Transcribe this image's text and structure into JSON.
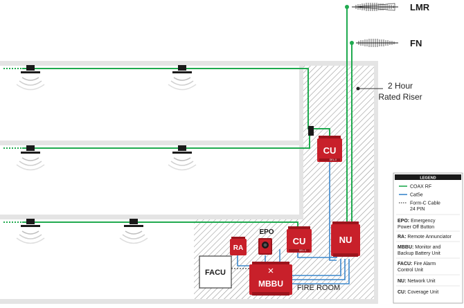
{
  "antennas": {
    "lmr": "LMR",
    "fn": "FN"
  },
  "riser_label": {
    "line1": "2 Hour",
    "line2": "Rated Riser"
  },
  "fire_room_label": "FIRE ROOM",
  "devices": {
    "cu_upper": "CU",
    "cu_lower": "CU",
    "nu": "NU",
    "mbbu": "MBBU",
    "ra": "RA",
    "epo": "EPO",
    "facu": "FACU",
    "cu_sub": "DEL-X"
  },
  "colors": {
    "coax": "#1faa4f",
    "cat5e": "#3b87cc",
    "device_red": "#c8202a",
    "device_dark": "#9c141c",
    "hatch": "#8a8a8a",
    "floor_gray": "#e4e4e4"
  },
  "legend": {
    "title": "LEGEND",
    "lines": [
      {
        "label": "COAX RF",
        "type": "coax"
      },
      {
        "label": "Cat5e",
        "type": "cat5e"
      },
      {
        "label": "Form-C Cable",
        "label2": "24 PIN",
        "type": "formc"
      }
    ],
    "definitions": [
      {
        "abbr": "EPO:",
        "text": "Emergency",
        "text2": "Power Off Button"
      },
      {
        "abbr": "RA:",
        "text": "Remote Annunciator",
        "text2": ""
      },
      {
        "abbr": "MBBU:",
        "text": "Monitor and",
        "text2": "Backup Battery Unit"
      },
      {
        "abbr": "FACU:",
        "text": "Fire Alarm",
        "text2": "Control Unit"
      },
      {
        "abbr": "NU:",
        "text": "Network Unit",
        "text2": ""
      },
      {
        "abbr": "CU:",
        "text": "Coverage Unit",
        "text2": ""
      }
    ]
  }
}
